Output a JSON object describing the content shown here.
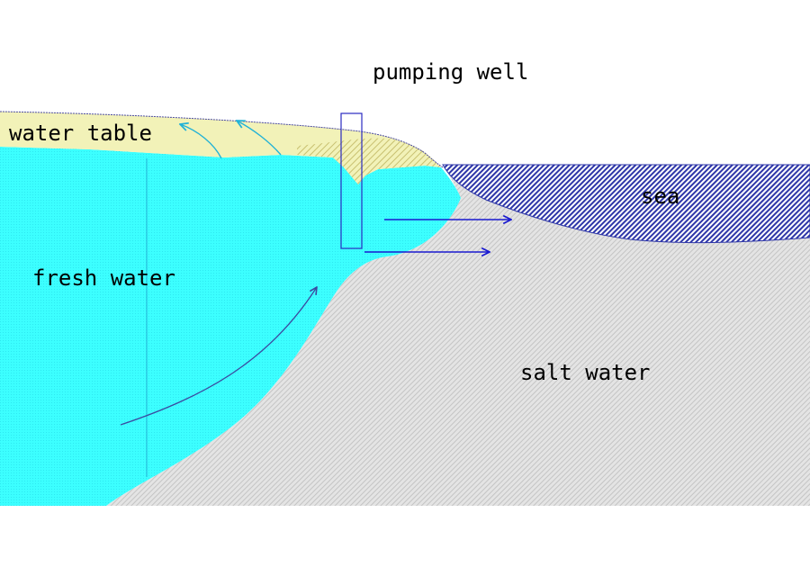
{
  "labels": {
    "pumping_well": "pumping well",
    "water_table": "water table",
    "fresh_water": "fresh water",
    "sea": "sea",
    "salt_water": "salt water"
  },
  "colors": {
    "fresh_water": "#33ffff",
    "water_table_zone": "#f2f2b8",
    "salt_water": "#d6d6d6",
    "sea": "#2e36a8",
    "well": "#2a2ac0",
    "flow_arrow": "#1a1ad0",
    "recharge_arrow": "#22b2d6",
    "fresh_flow_arrow": "#3b4aa0",
    "salt_boundary": "#2a2a9e"
  }
}
